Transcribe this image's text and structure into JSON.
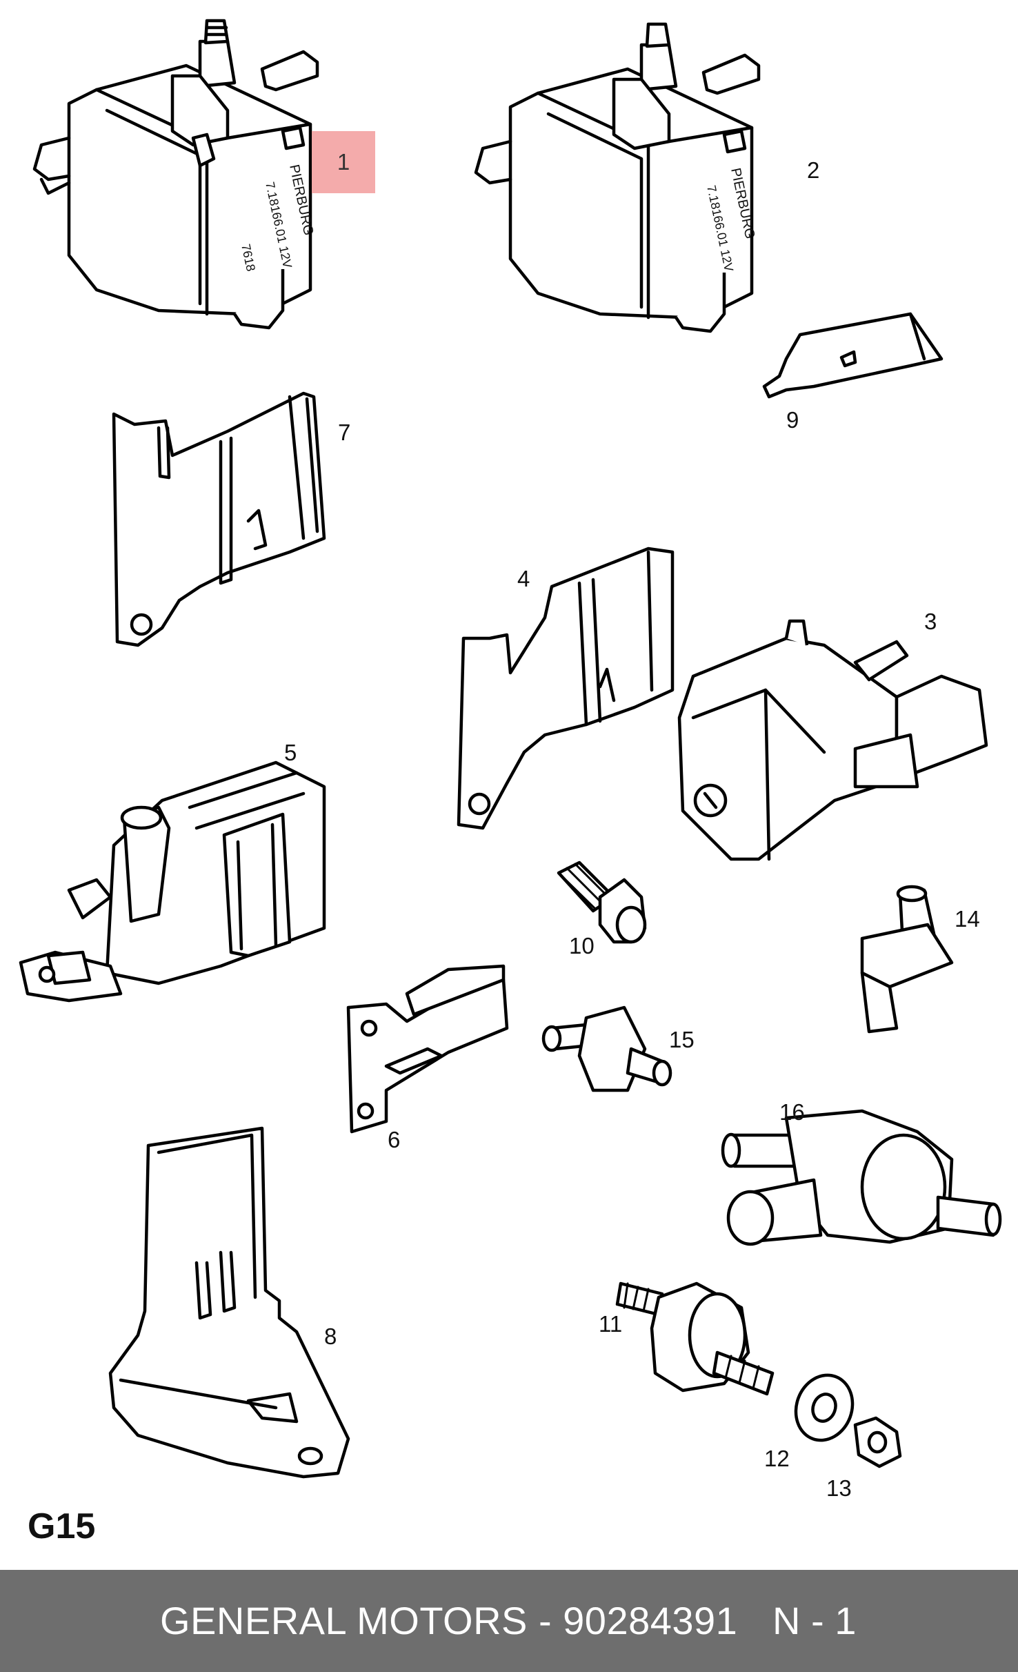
{
  "diagram": {
    "group_code": "G15",
    "highlighted_callout": "1",
    "highlight_color": "#f3a2a2",
    "callouts": [
      "1",
      "2",
      "3",
      "4",
      "5",
      "6",
      "7",
      "8",
      "9",
      "10",
      "11",
      "12",
      "13",
      "14",
      "15",
      "16"
    ],
    "labels": {
      "pierburg": "PIERBURG",
      "part_code": "7.18166.01 12V",
      "extra_code": "7618"
    }
  },
  "footer": {
    "brand": "GENERAL MOTORS",
    "separator": "-",
    "part_number": "90284391",
    "quantity": "N - 1",
    "background": "#6e6e6e"
  }
}
